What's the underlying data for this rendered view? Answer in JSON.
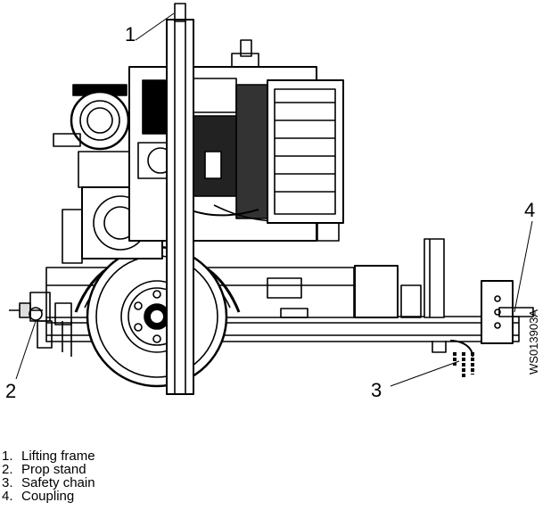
{
  "callouts": [
    {
      "num": "1"
    },
    {
      "num": "2"
    },
    {
      "num": "3"
    },
    {
      "num": "4"
    }
  ],
  "doc_id": "WS013903A",
  "legend": [
    {
      "num": "1.",
      "label": "Lifting frame"
    },
    {
      "num": "2.",
      "label": "Prop stand"
    },
    {
      "num": "3.",
      "label": "Safety chain"
    },
    {
      "num": "4.",
      "label": "Coupling"
    }
  ]
}
